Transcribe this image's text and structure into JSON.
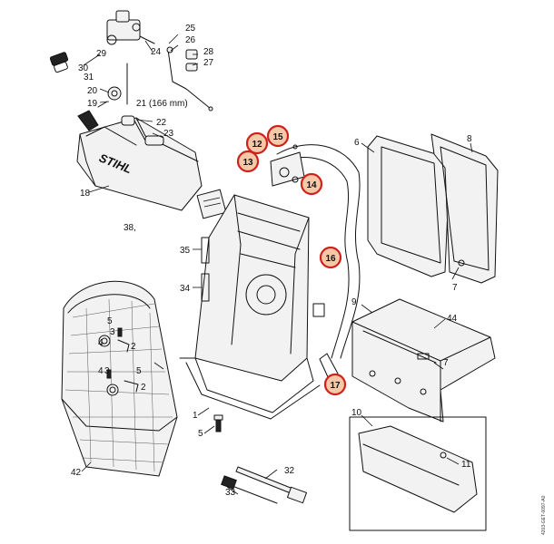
{
  "labels": {
    "p1": "1",
    "p2a": "2",
    "p2b": "2",
    "p3a": "3",
    "p3b": "3",
    "p4a": "4",
    "p4b": "4",
    "p5a": "5",
    "p5b": "5",
    "p5c": "5",
    "p6": "6",
    "p7a": "7",
    "p7b": "7",
    "p8": "8",
    "p9": "9",
    "p10": "10",
    "p11": "11",
    "p18": "18",
    "p19": "19",
    "p20": "20",
    "p21": "21 (166 mm)",
    "p22": "22",
    "p23": "23",
    "p24": "24",
    "p25": "25",
    "p26": "26",
    "p27": "27",
    "p28": "28",
    "p29": "29",
    "p30": "30",
    "p31": "31",
    "p32": "32",
    "p33": "33",
    "p34": "34",
    "p35": "35",
    "p38": "38,",
    "p42": "42",
    "p44": "44"
  },
  "highlighted": {
    "b12": "12",
    "b13": "13",
    "b14": "14",
    "b15": "15",
    "b16": "16",
    "b17": "17"
  },
  "logo": "STIHL",
  "drawing_id": "4203-GET-0097-A0",
  "colors": {
    "highlight_fill": "#f5c9a8",
    "highlight_ring": "#d0201c",
    "line": "#111111"
  }
}
